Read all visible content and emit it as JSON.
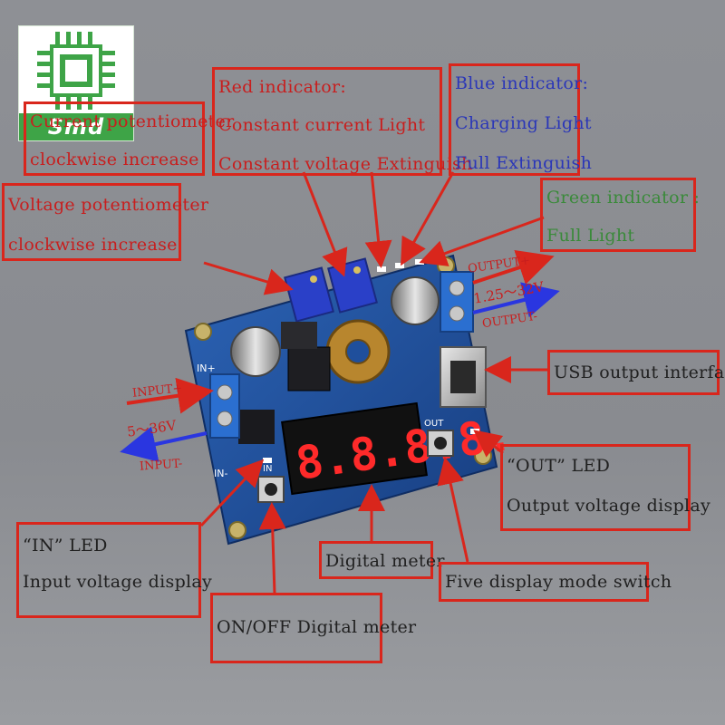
{
  "logo": {
    "text": "Smd",
    "colors": {
      "brand": "#3ea447"
    }
  },
  "callouts": {
    "current_pot": {
      "line1": "Current potentiometer",
      "line2": "clockwise increase"
    },
    "voltage_pot": {
      "line1": "Voltage potentiometer",
      "line2": "clockwise increase"
    },
    "red_indicator": {
      "line1": "Red indicator:",
      "line2": "Constant current Light",
      "line3": "Constant voltage Extinguish"
    },
    "blue_indicator": {
      "line1": "Blue indicator:",
      "line2": "Charging Light",
      "line3": "Full Extinguish"
    },
    "green_indicator": {
      "line1": "Green indicator :",
      "line2": "Full Light"
    },
    "usb_output": {
      "line1": "USB output interface"
    },
    "out_led": {
      "line1": "“OUT” LED",
      "line2": "Output voltage display"
    },
    "in_led": {
      "line1": "“IN” LED",
      "line2": "Input voltage display"
    },
    "digital_meter": {
      "line1": "Digital meter"
    },
    "mode_switch": {
      "line1": "Five display mode switch"
    },
    "on_off": {
      "line1": "ON/OFF Digital meter"
    }
  },
  "labels": {
    "output_plus": "OUTPUT+",
    "output_range": "1.25～32V",
    "output_minus": "OUTPUT-",
    "input_plus": "INPUT+",
    "input_range": "5～36V",
    "input_minus": "INPUT-",
    "board_in_plus": "IN+",
    "board_in_minus": "IN-",
    "board_in": "IN",
    "board_out": "OUT",
    "display_digits": "8.8.8.8."
  },
  "colors": {
    "callout_border": "#d9261c",
    "red_text": "#c81e1e",
    "blue_text": "#2a36b8",
    "green_text": "#3a8a3a",
    "board": "#1f4f9c",
    "display_segments": "#ff2a2a"
  }
}
